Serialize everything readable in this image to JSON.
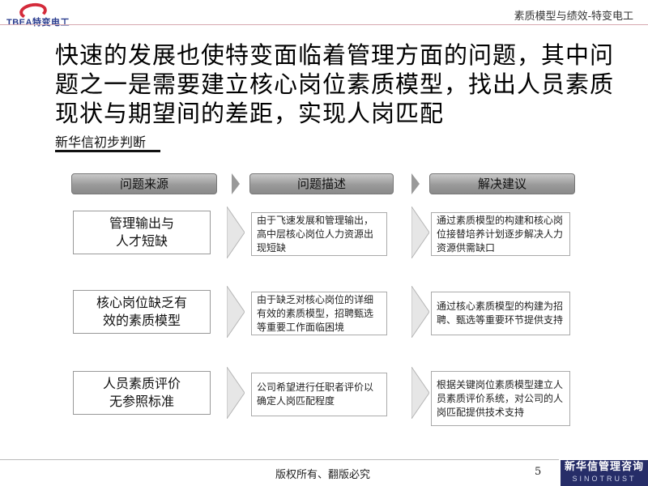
{
  "header": {
    "logo_text": "TBEA特变电工",
    "title": "素质模型与绩效-特变电工"
  },
  "headline": "快速的发展也使特变面临着管理方面的问题，其中问题之一是需要建立核心岗位素质模型，找出人员素质现状与期望间的差距，实现人岗匹配",
  "subtitle": "新华信初步判断",
  "columns": {
    "source": "问题来源",
    "description": "问题描述",
    "suggestion": "解决建议"
  },
  "rows": [
    {
      "source_line1": "管理输出与",
      "source_line2": "人才短缺",
      "description": "由于飞速发展和管理输出，高中层核心岗位人力资源出现短缺",
      "suggestion": "通过素质模型的构建和核心岗位接替培养计划逐步解决人力资源供需缺口"
    },
    {
      "source_line1": "核心岗位缺乏有",
      "source_line2": "效的素质模型",
      "description": "由于缺乏对核心岗位的详细有效的素质模型，招聘甄选等重要工作面临困境",
      "suggestion": "通过核心素质模型的构建为招聘、甄选等重要环节提供支持"
    },
    {
      "source_line1": "人员素质评价",
      "source_line2": "无参照标准",
      "description": "公司希望进行任职者评价以确定人岗匹配程度",
      "suggestion": "根据关键岗位素质模型建立人员素质评价系统，对公司的人岗匹配提供技术支持"
    }
  ],
  "footer": {
    "copyright": "版权所有、翻版必究",
    "page_number": "5",
    "logo_cn": "新华信管理咨询",
    "logo_en": "SINOTRUST"
  }
}
